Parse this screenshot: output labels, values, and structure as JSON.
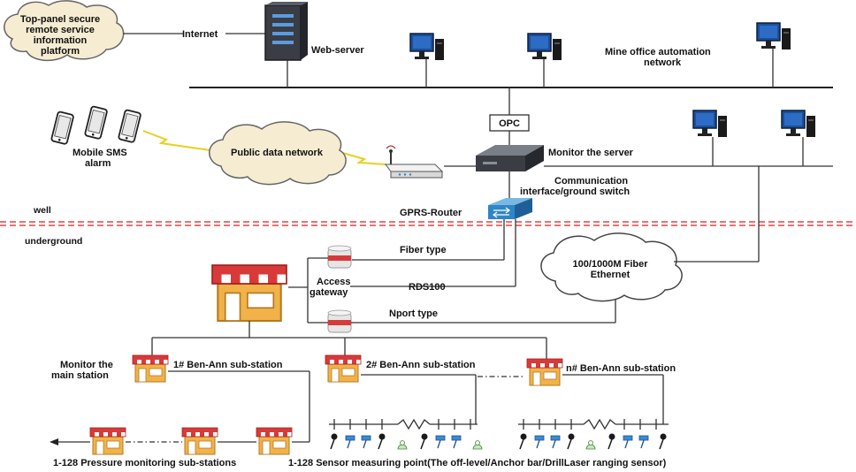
{
  "labels": {
    "platform_line1": "Top-panel secure",
    "platform_line2": "remote service",
    "platform_line3": "information",
    "platform_line4": "platform",
    "internet": "Internet",
    "web_server": "Web-server",
    "office_line1": "Mine office automation",
    "office_line2": "network",
    "opc": "OPC",
    "monitor_server": "Monitor the server",
    "comm_line1": "Communication",
    "comm_line2": "interface/ground switch",
    "mobile_line1": "Mobile SMS",
    "mobile_line2": "alarm",
    "public_network": "Public data network",
    "gprs_router": "GPRS-Router",
    "well": "well",
    "underground": "underground",
    "fiber_type": "Fiber type",
    "access_line1": "Access",
    "access_line2": "gateway",
    "rds100": "RDS100",
    "nport_type": "Nport  type",
    "ethernet_line1": "100/1000M  Fiber",
    "ethernet_line2": "Ethernet",
    "main_station_line1": "Monitor the",
    "main_station_line2": "main station",
    "substation_1": "1# Ben-Ann sub-station",
    "substation_2": "2# Ben-Ann sub-station",
    "substation_n": "n# Ben-Ann sub-station",
    "pressure_stations": "1-128 Pressure monitoring sub-stations",
    "sensor_points": "1-128 Sensor measuring point(The off-level/Anchor bar/DrillLaser ranging sensor)"
  },
  "colors": {
    "cloud_fill": "#f5ecd2",
    "cloud_stroke": "#666666",
    "wireless_link": "#e8d020",
    "divider": "#d62020",
    "switch_blue": "#2e86c8",
    "awning_red": "#d83a3a",
    "shop_body": "#f2b24a",
    "monitor_screen": "#1d4f9a",
    "server_body": "#3a3d44"
  },
  "icons": {
    "server": "server-tower-icon",
    "computer": "desktop-computer-icon",
    "phone": "mobile-phone-icon",
    "router": "wifi-router-icon",
    "switch": "network-switch-icon",
    "gateway": "access-gateway-icon",
    "station": "station-shop-icon"
  }
}
